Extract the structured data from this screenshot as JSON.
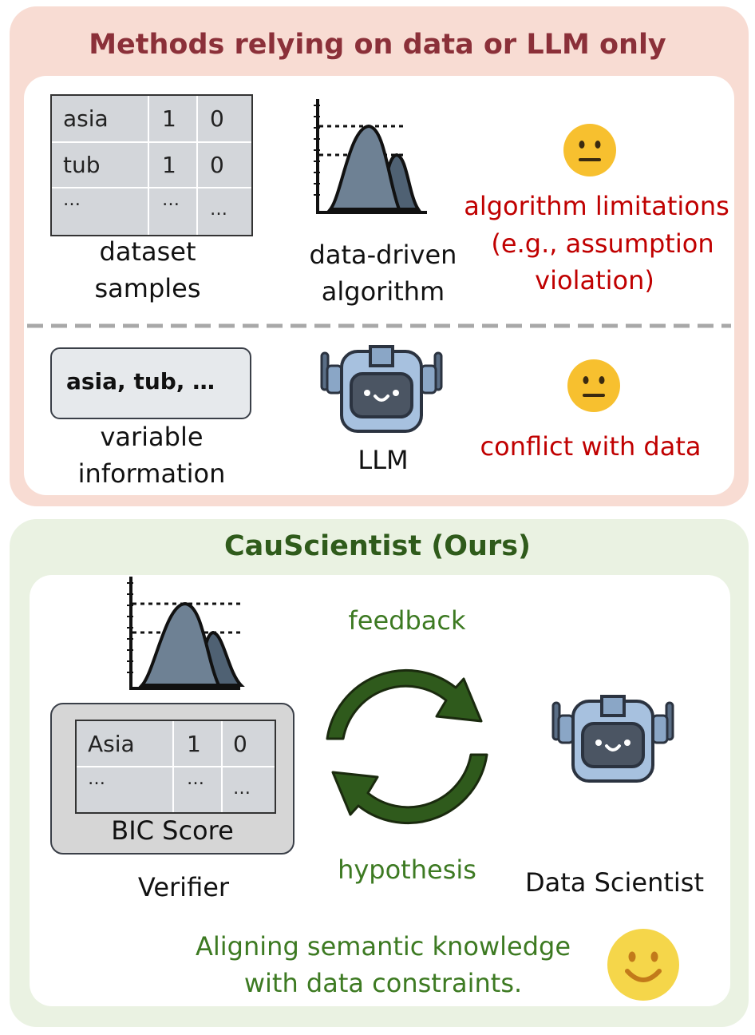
{
  "top_panel": {
    "title": "Methods relying on data or LLM only",
    "table": {
      "rows": [
        [
          "asia",
          "1",
          "0"
        ],
        [
          "tub",
          "1",
          "0"
        ],
        [
          "…",
          "…",
          "…"
        ]
      ]
    },
    "dataset_label_1": "dataset",
    "dataset_label_2": "samples",
    "algo_label_1": "data-driven",
    "algo_label_2": "algorithm",
    "limit_1": "algorithm limitations",
    "limit_2": "(e.g.,  assumption",
    "limit_3": "violation)",
    "var_box": "asia, tub, …",
    "var_label_1": "variable",
    "var_label_2": "information",
    "llm_label": "LLM",
    "conflict": "conflict with data"
  },
  "bottom_panel": {
    "title": "CauScientist (Ours)",
    "table": {
      "rows": [
        [
          "Asia",
          "1",
          "0"
        ],
        [
          "…",
          "…",
          "…"
        ]
      ]
    },
    "bic_label": "BIC Score",
    "verifier_label": "Verifier",
    "feedback_label": "feedback",
    "hypothesis_label": "hypothesis",
    "scientist_label": "Data Scientist",
    "tagline_1": "Aligning semantic knowledge",
    "tagline_2": "with data constraints."
  },
  "colors": {
    "red_title": "#8b3039",
    "green_title": "#2f5b1b",
    "alert_red": "#c00000",
    "cycle_green": "#2f5a1c",
    "emoji_yellow": "#f7c02f"
  }
}
